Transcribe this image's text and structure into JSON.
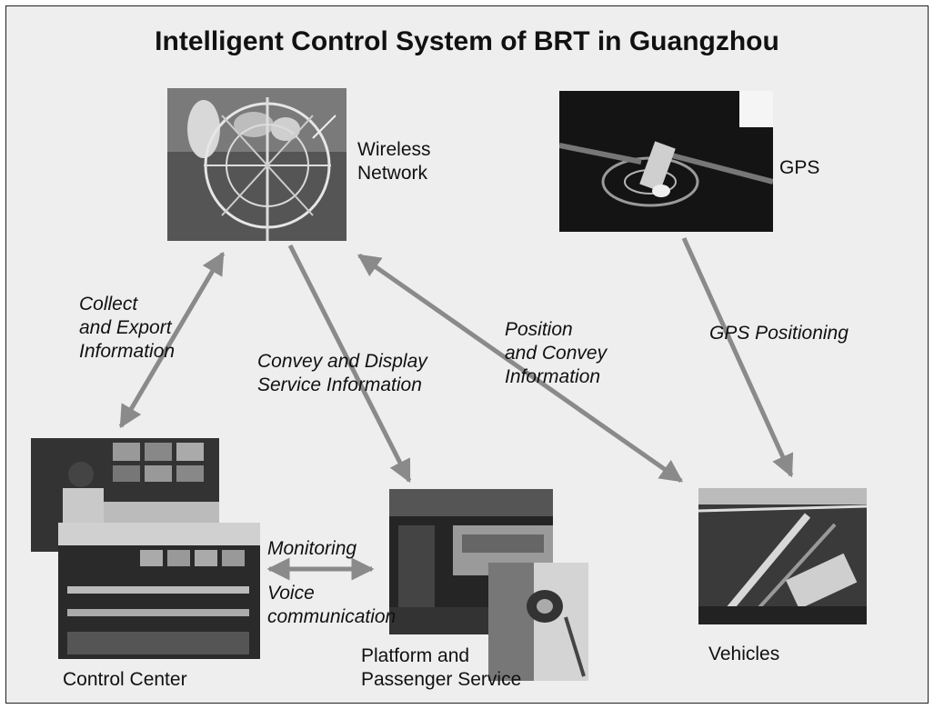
{
  "title": "Intelligent Control System of BRT in Guangzhou",
  "nodes": {
    "wireless": [
      "Wireless",
      "Network"
    ],
    "gps": "GPS",
    "control_center": "Control Center",
    "platform": [
      "Platform and",
      "Passenger Service"
    ],
    "vehicles": "Vehicles"
  },
  "edges": {
    "collect": [
      "Collect",
      "and Export",
      "Information"
    ],
    "convey_display": [
      "Convey and Display",
      "Service Information"
    ],
    "position_convey": [
      "Position",
      "and Convey",
      "Information"
    ],
    "gps_positioning": "GPS Positioning",
    "monitoring": "Monitoring",
    "voice": [
      "Voice",
      "communication"
    ]
  },
  "colors": {
    "arrow": "#8a8a8a",
    "background": "#eeeeee",
    "text": "#111111"
  },
  "icons": {
    "wireless": "antenna-tower-photo",
    "gps": "satellite-photo",
    "control_center": "control-room-photo",
    "platform": "platform-photo",
    "vehicles": "bus-station-photo"
  }
}
